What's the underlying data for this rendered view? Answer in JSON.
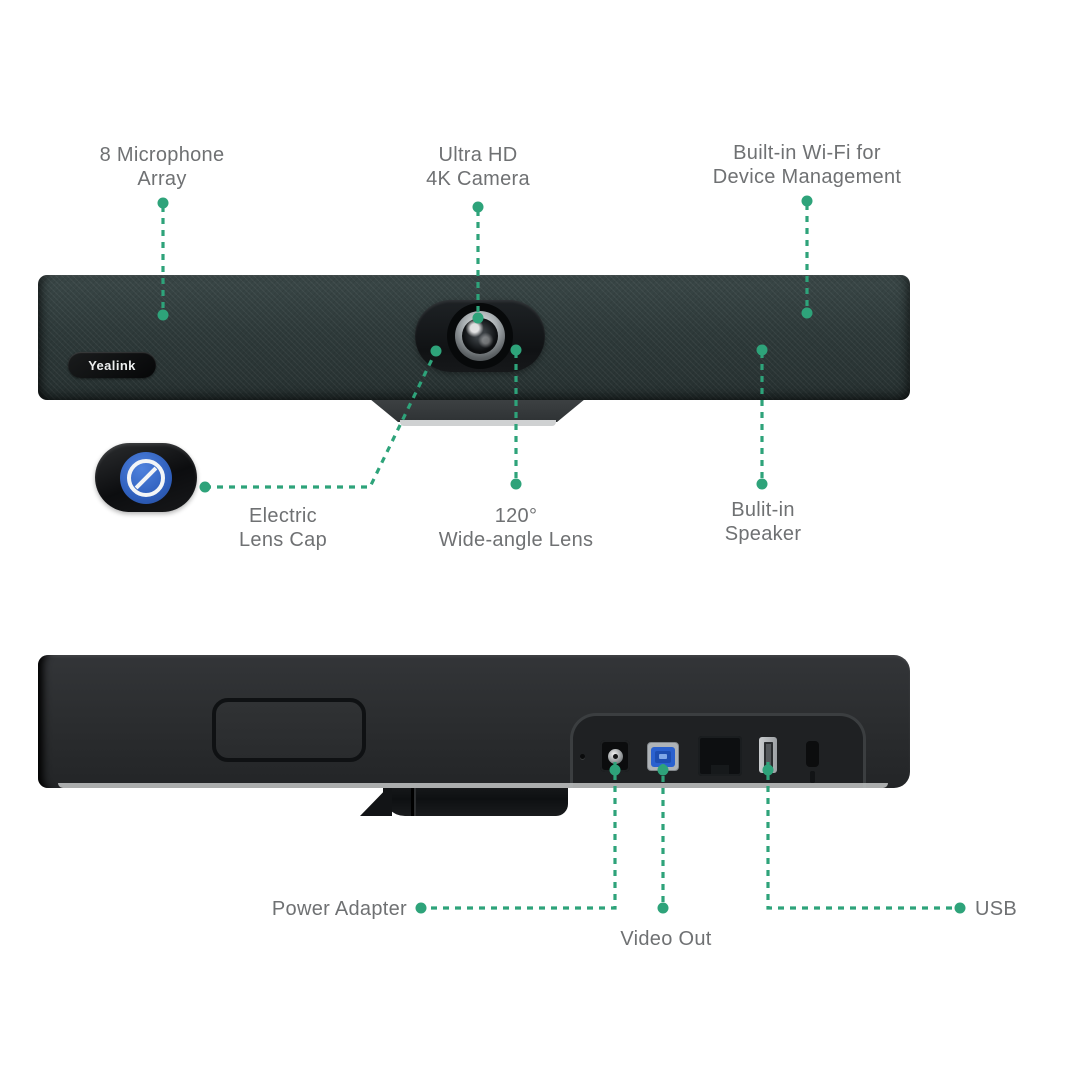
{
  "device": {
    "brand_logo": "Yealink"
  },
  "colors": {
    "accent": "#2EA37A",
    "label_text": "#6F7173",
    "front_bar_fabric": "#2E3A3A",
    "back_bar_body": "#2A2C2E",
    "usb_b_port_blue": "#2A61CF",
    "lens_cap_button_blue": "#2F5FBC"
  },
  "front_view": {
    "callouts": {
      "mic_array": "8 Microphone\nArray",
      "camera": "Ultra HD\n4K Camera",
      "wifi": "Built-in Wi-Fi for\nDevice Management",
      "lens_cap": "Electric\nLens Cap",
      "wide_angle": "120°\nWide-angle Lens",
      "speaker": "Bulit-in\nSpeaker"
    }
  },
  "back_view": {
    "callouts": {
      "power_adapter": "Power Adapter",
      "video_out": "Video Out",
      "usb": "USB"
    }
  }
}
